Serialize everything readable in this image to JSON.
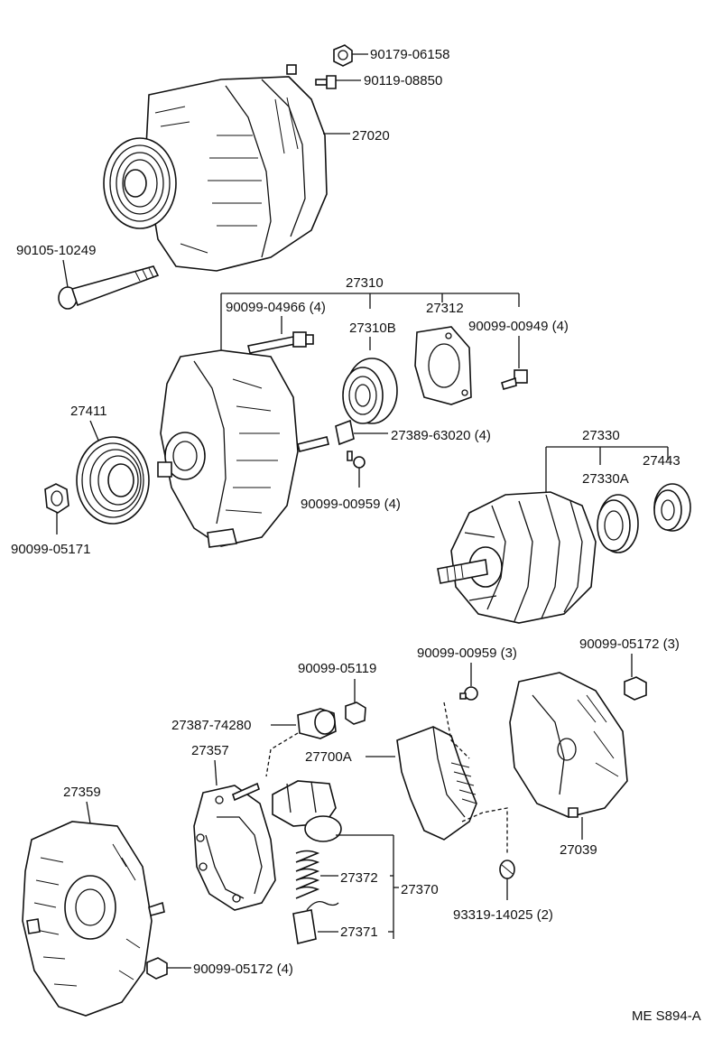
{
  "labels": {
    "p_90179_06158": "90179-06158",
    "p_90119_08850": "90119-08850",
    "p_27020": "27020",
    "p_90105_10249": "90105-10249",
    "p_27310": "27310",
    "p_90099_04966": "90099-04966 (4)",
    "p_27310B": "27310B",
    "p_27312": "27312",
    "p_90099_00949": "90099-00949 (4)",
    "p_27411": "27411",
    "p_27389_63020": "27389-63020 (4)",
    "p_90099_00959_4": "90099-00959 (4)",
    "p_90099_05171": "90099-05171",
    "p_27330": "27330",
    "p_27330A": "27330A",
    "p_27443": "27443",
    "p_90099_00959_3": "90099-00959 (3)",
    "p_90099_05172_3": "90099-05172 (3)",
    "p_90099_05119": "90099-05119",
    "p_27387_74280": "27387-74280",
    "p_27357": "27357",
    "p_27700A": "27700A",
    "p_27359": "27359",
    "p_27372": "27372",
    "p_27370": "27370",
    "p_27371": "27371",
    "p_27039": "27039",
    "p_93319_14025": "93319-14025 (2)",
    "p_90099_05172_4": "90099-05172 (4)"
  },
  "diagram_code": "ME S894-A",
  "icons": {
    "alternator": "alternator-assembly-icon",
    "bolt": "bolt-icon",
    "nut": "nut-icon",
    "bearing": "bearing-icon",
    "pulley": "pulley-icon",
    "rotor": "rotor-icon",
    "frame": "frame-housing-icon",
    "rectifier": "rectifier-icon",
    "regulator": "regulator-icon",
    "brush": "brush-icon",
    "spring": "spring-icon",
    "cover": "cover-icon"
  }
}
